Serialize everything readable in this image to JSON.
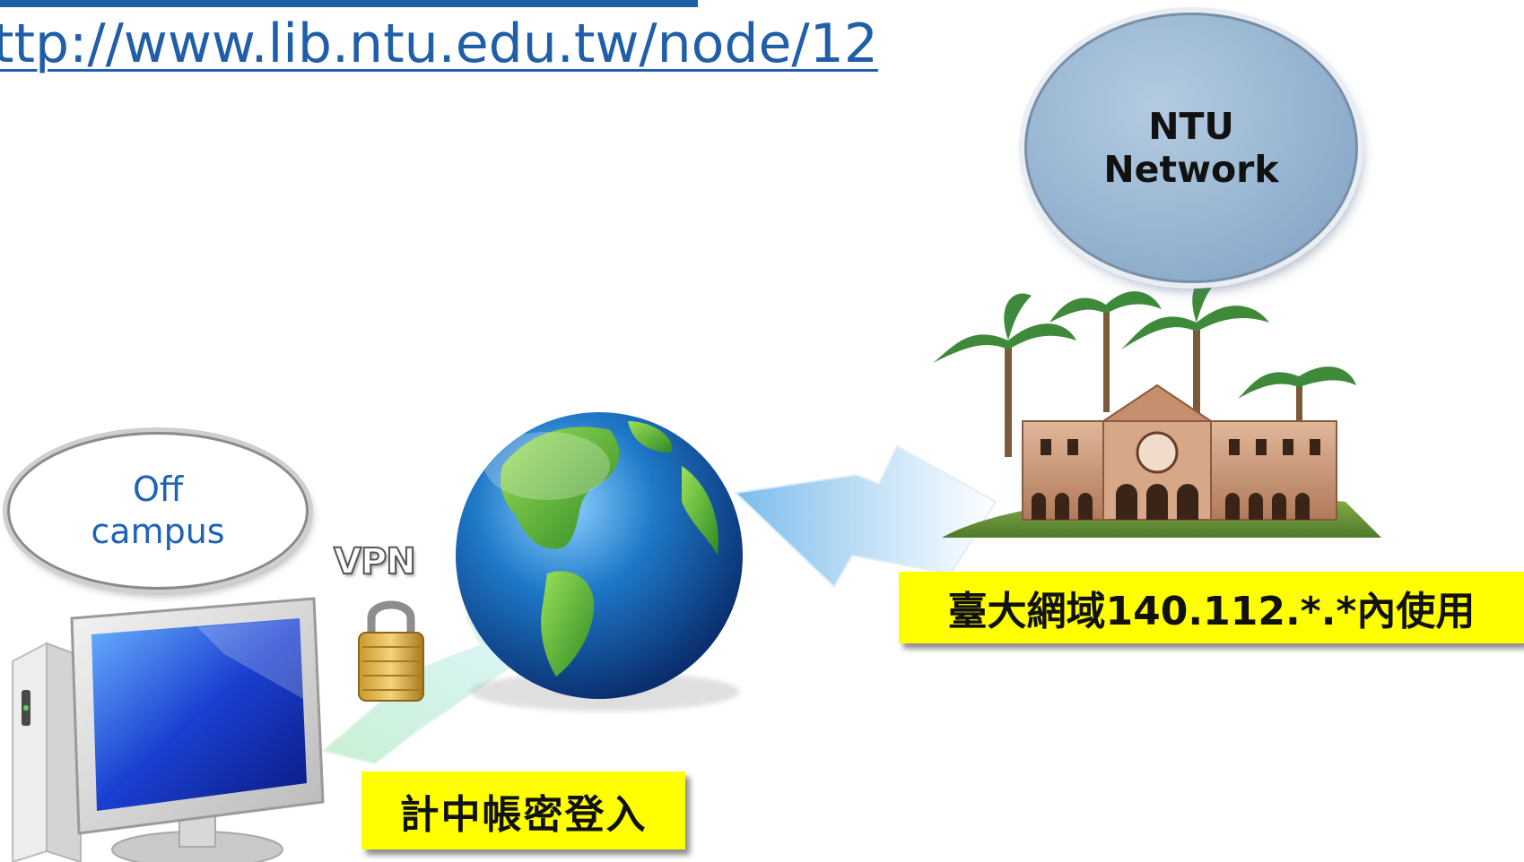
{
  "header": {
    "url": "ttp://www.lib.ntu.edu.tw/node/12"
  },
  "nodes": {
    "ntu_network": "NTU\nNetwork",
    "ntu_line1": "NTU",
    "ntu_line2": "Network",
    "off_campus_line1": "Off",
    "off_campus_line2": "campus"
  },
  "labels": {
    "vpn": "VPN",
    "domain_usage": "臺大網域140.112.*.*內使用",
    "login": "計中帳密登入"
  },
  "colors": {
    "link": "#1f5ea8",
    "label_bg": "#ffff00",
    "ntu_bubble": "#93b2d0",
    "off_text": "#1f63b4"
  },
  "icons": {
    "computer": "computer-icon",
    "globe": "globe-icon",
    "lock": "padlock-icon",
    "campus": "campus-building-icon"
  }
}
